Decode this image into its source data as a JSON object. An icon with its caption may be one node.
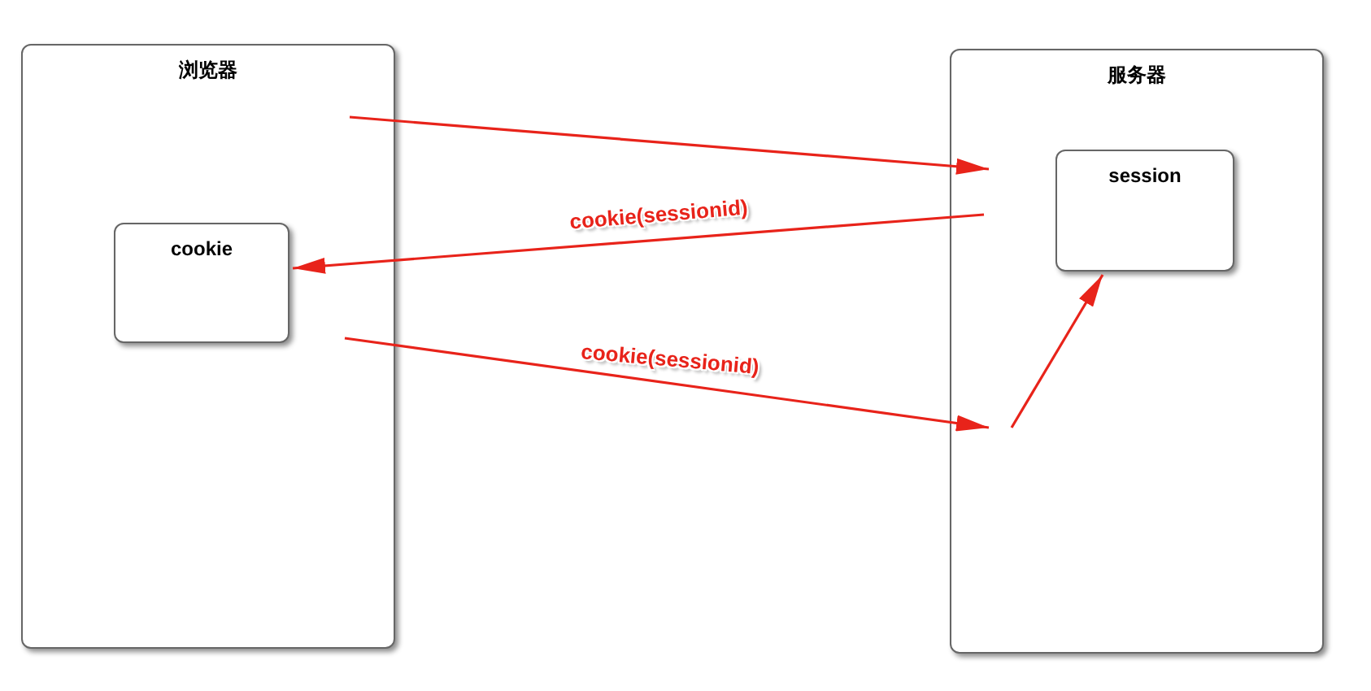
{
  "diagram": {
    "nodes": [
      {
        "text": [
          "浏览器"
        ]
      },
      {
        "text": [
          "服务器"
        ]
      },
      {
        "text": [
          "cookie"
        ],
        "in": 0
      },
      {
        "text": [
          "session"
        ],
        "in": 1
      }
    ],
    "edges": [
      {
        "from": 0,
        "to": 1,
        "arrow": "to"
      },
      {
        "from": 1,
        "to": 2,
        "arrow": "to",
        "label": "cookie(sessionid)"
      },
      {
        "from": 0,
        "to": 1,
        "arrow": "to",
        "label": "cookie(sessionid)"
      },
      {
        "from": 1,
        "to": 3,
        "arrow": "to"
      }
    ]
  }
}
